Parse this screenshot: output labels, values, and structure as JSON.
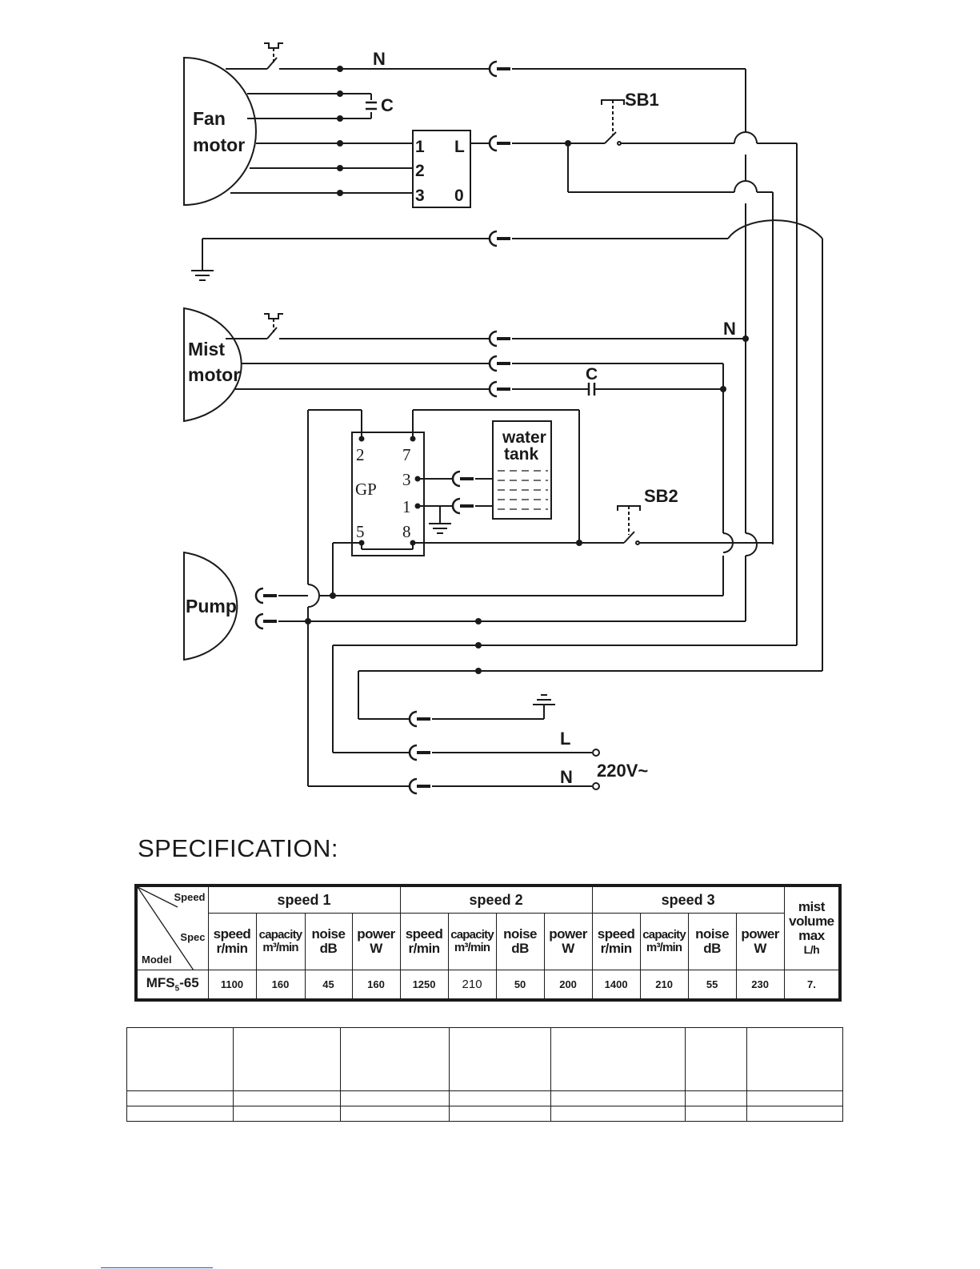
{
  "diagram": {
    "fan_motor": {
      "line1": "Fan",
      "line2": "motor"
    },
    "mist_motor": {
      "line1": "Mist",
      "line2": "motor"
    },
    "pump": "Pump",
    "neutral_label": "N",
    "capacitor_label": "C",
    "switch_sb1": "SB1",
    "switch_sb2": "SB2",
    "speed_switch": {
      "p1": "1",
      "p2": "2",
      "p3": "3",
      "pL": "L",
      "p0": "0"
    },
    "gp": {
      "name": "GP",
      "p2": "2",
      "p7": "7",
      "p3": "3",
      "p1": "1",
      "p5": "5",
      "p8": "8"
    },
    "water_tank": {
      "line1": "water",
      "line2": "tank"
    },
    "supply": {
      "live": "L",
      "neutral": "N",
      "voltage": "220V~"
    }
  },
  "spec": {
    "title": "SPECIFICATION:",
    "corner": {
      "speed": "Speed",
      "spec": "Spec",
      "model": "Model"
    },
    "groups": [
      "speed 1",
      "speed 2",
      "speed 3"
    ],
    "mist": [
      "mist",
      "volume",
      "max",
      "L/h"
    ],
    "subheaders": [
      {
        "top": "speed",
        "bottom": "r/min"
      },
      {
        "top": "capacity",
        "bottom": "m³/min"
      },
      {
        "top": "noise",
        "bottom": "dB"
      },
      {
        "top": "power",
        "bottom": "W"
      }
    ],
    "row": {
      "model_base": "MFS",
      "model_sub": "5",
      "model_suffix": "-65",
      "values": [
        "1100",
        "160",
        "45",
        "160",
        "1250",
        "210",
        "50",
        "200",
        "1400",
        "210",
        "55",
        "230",
        "7."
      ]
    }
  }
}
